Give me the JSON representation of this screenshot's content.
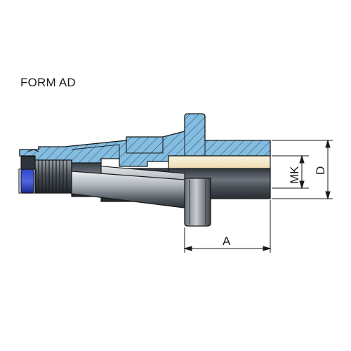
{
  "title": "FORM AD",
  "dimensions": {
    "a_label": "A",
    "mk_label": "MK",
    "d_label": "D"
  },
  "colors": {
    "section_fill": "#7fb8dc",
    "hatch": "#2a4f73",
    "body_dark": "#3b4148",
    "body_light": "#c9ced4",
    "bore_fill": "#f4e6c6",
    "ring": "#2233a8",
    "outline": "#1a1a1a"
  }
}
